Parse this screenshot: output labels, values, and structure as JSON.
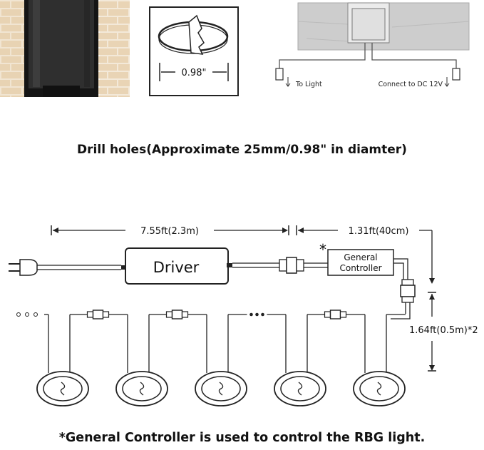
{
  "measurement_label": "0.98\"",
  "to_light_label": "To Light",
  "connect_label": "Connect to DC 12V",
  "drill_caption": "Drill holes(Approximate 25mm/0.98\" in diamter)",
  "driver_cable_length": "7.55ft(2.3m)",
  "controller_cable_length": "1.31ft(40cm)",
  "light_cable_length": "1.64ft(0.5m)*2",
  "asterisk": "*",
  "driver_label": "Driver",
  "controller_label_line1": "General",
  "controller_label_line2": "Controller",
  "footnote": "*General Controller is used to control the RBG light.",
  "light_count": 5,
  "colors": {
    "line": "#222222",
    "brick": "#e8d3b6",
    "mortar": "#faf6ef",
    "fixture": "#2c2c2c",
    "panel": "#cfcfcf"
  }
}
